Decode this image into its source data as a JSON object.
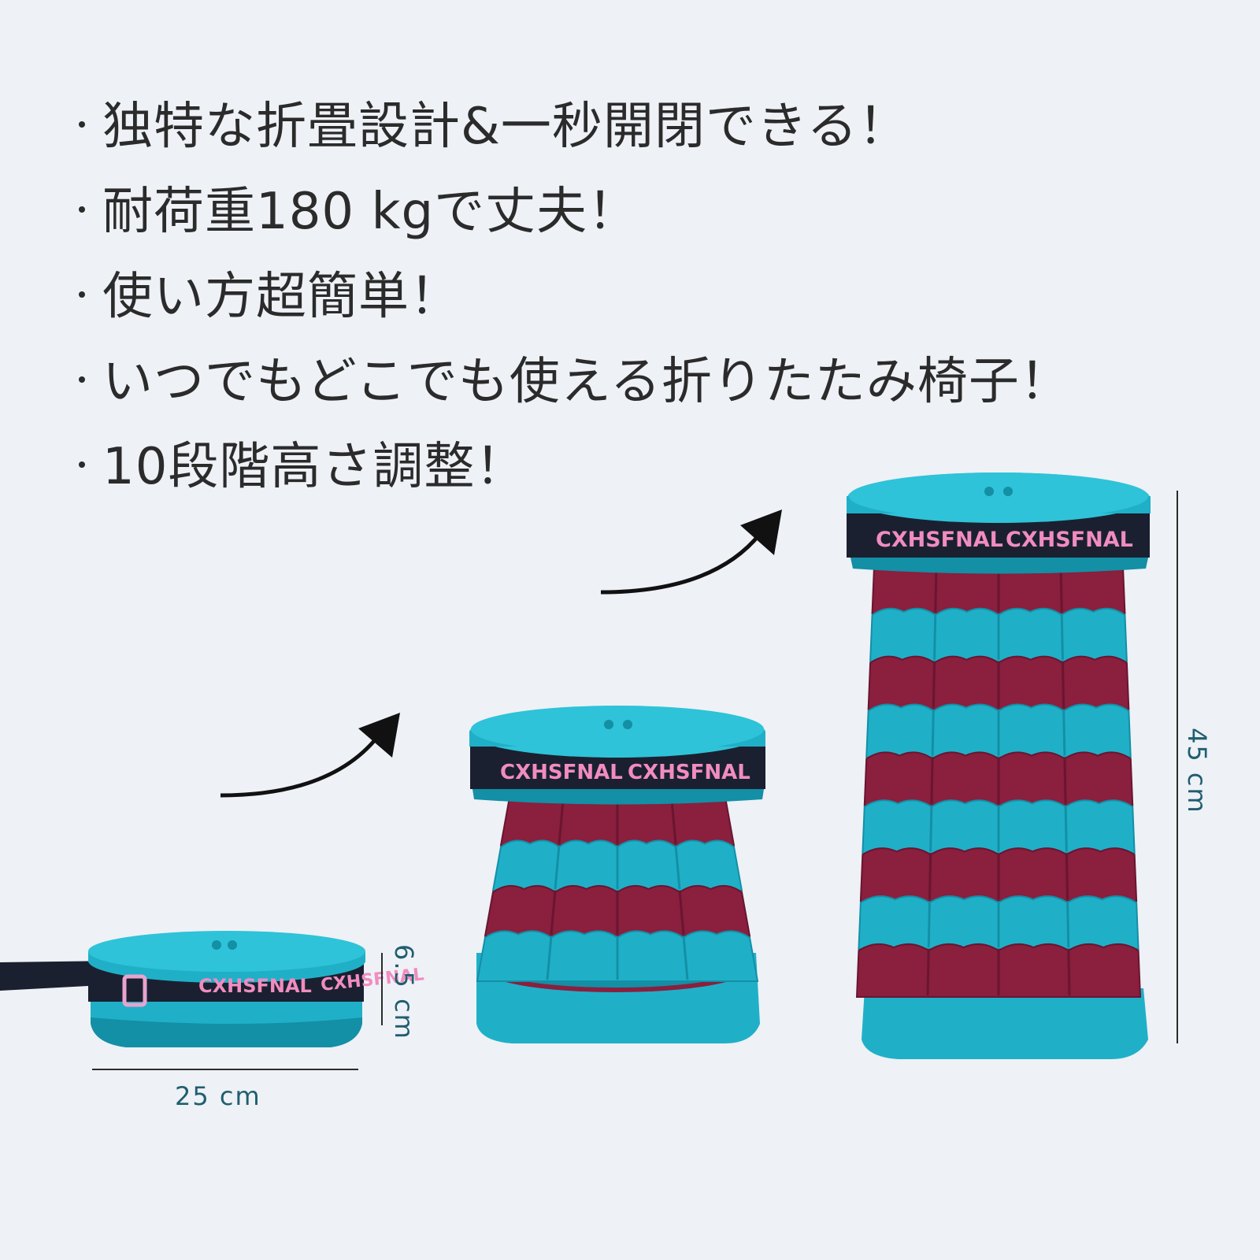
{
  "colors": {
    "background": "#eef1f6",
    "text": "#2b2b2b",
    "dimension_text": "#1f5e6e",
    "teal": "#1fb0c8",
    "teal_dark": "#138fa6",
    "maroon": "#8a1f3e",
    "maroon_dark": "#6a1530",
    "band": "#1b2030",
    "band_text": "#f08cc0",
    "arrow": "#111111",
    "measure_line": "#2b2b2b"
  },
  "features": [
    "独特な折畳設計&一秒開閉できる！",
    "耐荷重180 kgで丈夫！",
    "使い方超簡単！",
    "いつでもどこでも使える折りたたみ椅子！",
    "10段階高さ調整！"
  ],
  "brand": "CXHSFNAL",
  "dimensions": {
    "diameter": "25 cm",
    "folded_height": "6.5 cm",
    "max_height": "45 cm"
  }
}
